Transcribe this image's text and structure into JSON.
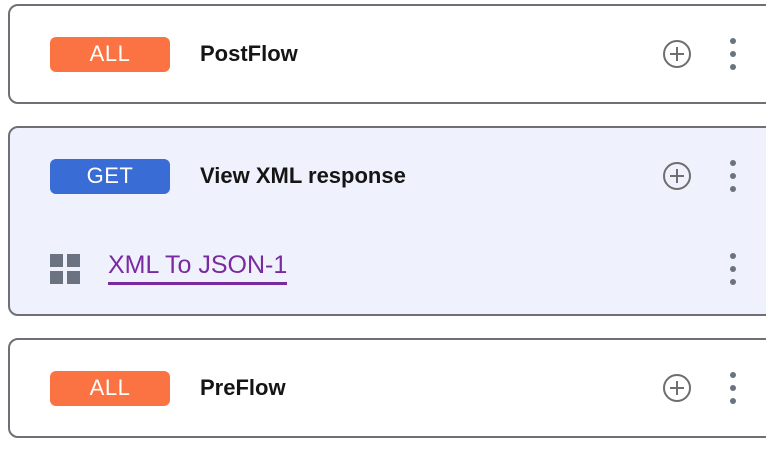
{
  "colors": {
    "badge_all": "#fb7343",
    "badge_get": "#3a6cd6",
    "selected_card_background": "#eff2fc",
    "card_border": "#6e7075",
    "policy_link": "#7a2aa0",
    "icon_gray": "#6b7280",
    "title_text": "#151515"
  },
  "cards": [
    {
      "id": "postflow",
      "selected": false,
      "method": "ALL",
      "method_style": "all",
      "title": "PostFlow",
      "add_icon": "plus-circle-icon",
      "menu_icon": "kebab-menu-icon",
      "policies": []
    },
    {
      "id": "view-xml-response",
      "selected": true,
      "method": "GET",
      "method_style": "get",
      "title": "View XML response",
      "add_icon": "plus-circle-icon",
      "menu_icon": "kebab-menu-icon",
      "policies": [
        {
          "id": "xml-to-json-1",
          "icon": "policy-grid-icon",
          "label": "XML To JSON-1",
          "menu_icon": "kebab-menu-icon"
        }
      ]
    },
    {
      "id": "preflow",
      "selected": false,
      "method": "ALL",
      "method_style": "all",
      "title": "PreFlow",
      "add_icon": "plus-circle-icon",
      "menu_icon": "kebab-menu-icon",
      "policies": []
    }
  ]
}
